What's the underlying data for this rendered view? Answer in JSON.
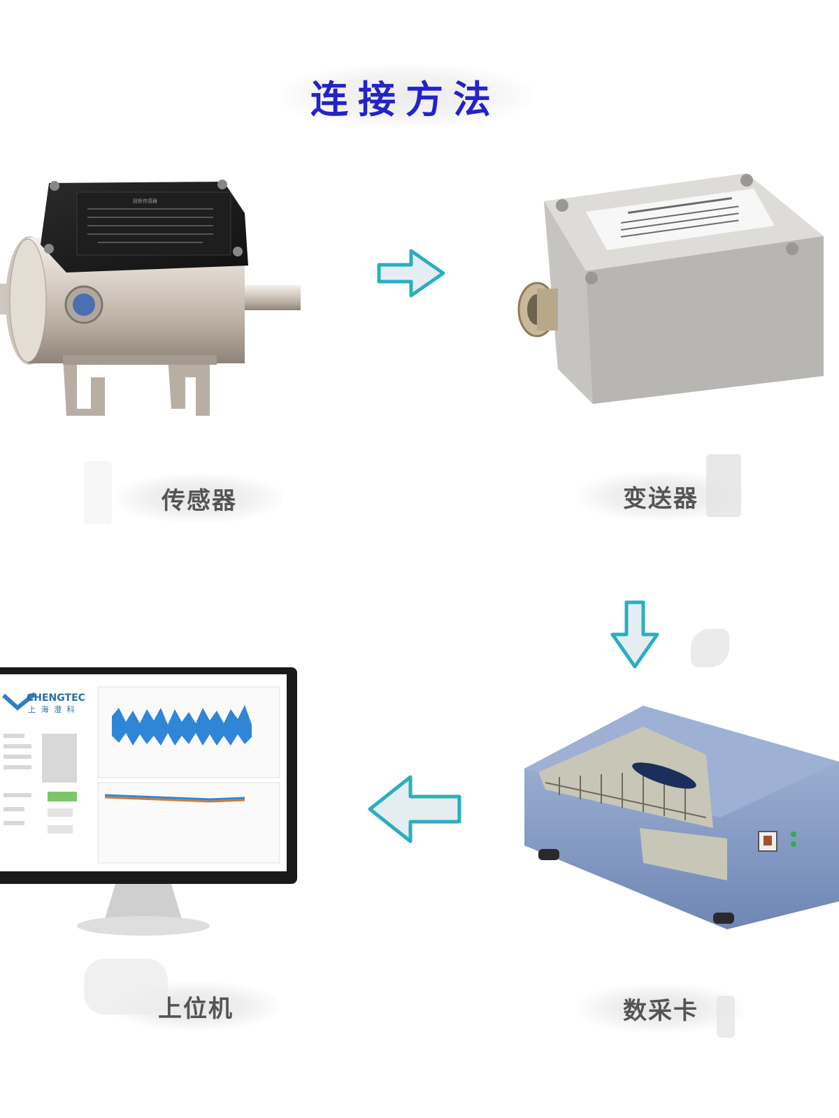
{
  "title": "连接方法",
  "steps": [
    {
      "label": "传感器"
    },
    {
      "label": "变送器"
    },
    {
      "label": "数采卡"
    },
    {
      "label": "上位机"
    }
  ],
  "monitor": {
    "brand": "CHENGTEC",
    "brand_cn": "上 海 澄 科"
  },
  "colors": {
    "title": "#2323c8",
    "arrow_stroke": "#2aaec0",
    "arrow_fill": "#e4edf2",
    "daq_body": "#8ea2c8",
    "waveform": "#2f86d6"
  }
}
